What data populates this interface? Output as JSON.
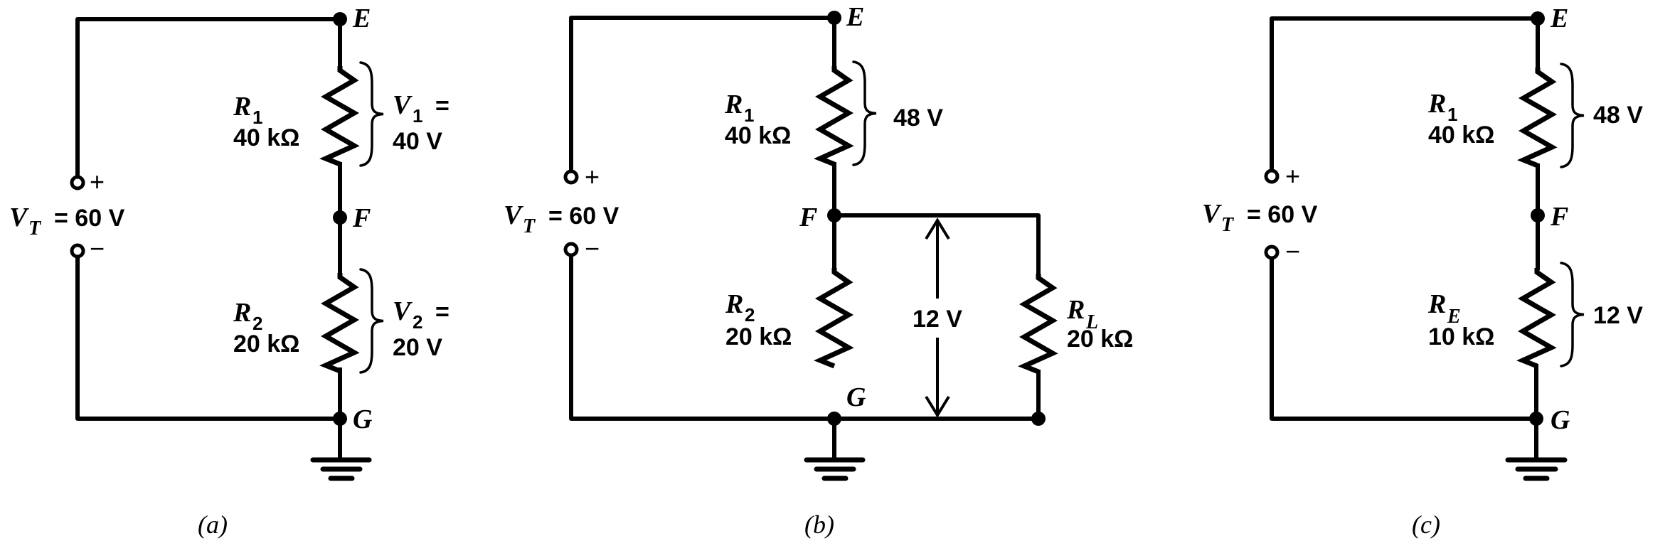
{
  "figure": {
    "panels": [
      {
        "caption": "(a)",
        "source": {
          "symbol": "V",
          "subscript": "T",
          "value": "= 60 V",
          "plus": "+",
          "minus": "−"
        },
        "nodes": {
          "top": "E",
          "mid": "F",
          "bottom": "G"
        },
        "resistors": [
          {
            "symbol": "R",
            "subscript": "1",
            "value": "40 kΩ",
            "voltage_symbol": "V",
            "voltage_subscript": "1",
            "voltage_eq": "=",
            "voltage_value": "40 V"
          },
          {
            "symbol": "R",
            "subscript": "2",
            "value": "20 kΩ",
            "voltage_symbol": "V",
            "voltage_subscript": "2",
            "voltage_eq": "=",
            "voltage_value": "20 V"
          }
        ],
        "ground": true
      },
      {
        "caption": "(b)",
        "source": {
          "symbol": "V",
          "subscript": "T",
          "value": "= 60 V",
          "plus": "+",
          "minus": "−"
        },
        "nodes": {
          "top": "E",
          "mid": "F",
          "bottom": "G"
        },
        "resistors": [
          {
            "symbol": "R",
            "subscript": "1",
            "value": "40 kΩ",
            "voltage_value": "48 V"
          },
          {
            "symbol": "R",
            "subscript": "2",
            "value": "20 kΩ"
          }
        ],
        "load": {
          "symbol": "R",
          "subscript": "L",
          "value": "20 kΩ"
        },
        "parallel_voltage": "12 V",
        "ground": true
      },
      {
        "caption": "(c)",
        "source": {
          "symbol": "V",
          "subscript": "T",
          "value": "= 60 V",
          "plus": "+",
          "minus": "−"
        },
        "nodes": {
          "top": "E",
          "mid": "F",
          "bottom": "G"
        },
        "resistors": [
          {
            "symbol": "R",
            "subscript": "1",
            "value": "40 kΩ",
            "voltage_value": "48 V"
          },
          {
            "symbol": "R",
            "subscript": "E",
            "value": "10 kΩ",
            "voltage_value": "12 V"
          }
        ],
        "ground": true
      }
    ]
  }
}
